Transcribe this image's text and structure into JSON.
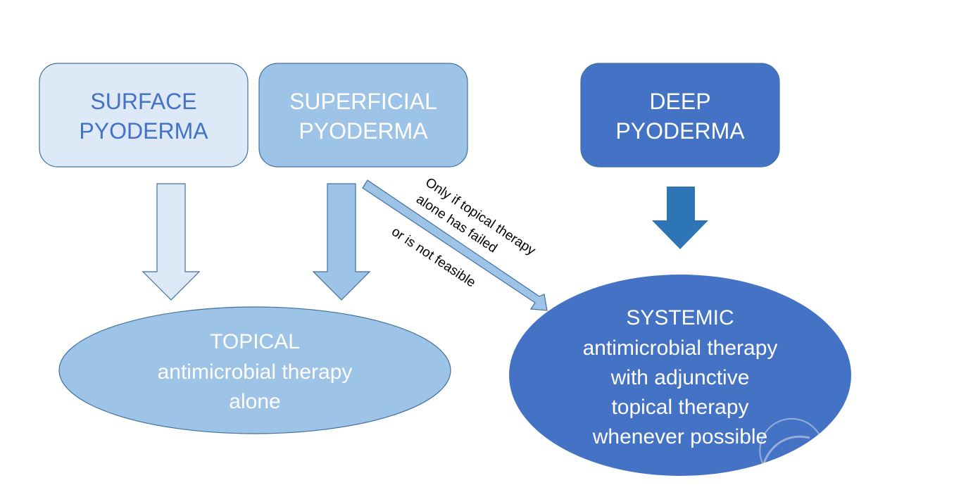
{
  "colors": {
    "surface_fill": "#dde9f7",
    "superficial_fill": "#9dc3e6",
    "deep_fill": "#4472c4",
    "dark_text": "#4472c4",
    "light_text": "#ffffff",
    "stroke": "#41719c",
    "deep_arrow": "#2e75b6",
    "note_text": "#000000"
  },
  "boxes": {
    "surface": {
      "line1": "SURFACE",
      "line2": "PYODERMA"
    },
    "superficial": {
      "line1": "SUPERFICIAL",
      "line2": "PYODERMA"
    },
    "deep": {
      "line1": "DEEP",
      "line2": "PYODERMA"
    }
  },
  "outcomes": {
    "topical": {
      "line1": "TOPICAL",
      "line2": "antimicrobial therapy",
      "line3": "alone"
    },
    "systemic": {
      "line1": "SYSTEMIC",
      "line2": "antimicrobial therapy",
      "line3": "with adjunctive",
      "line4": "topical therapy",
      "line5": "whenever possible"
    }
  },
  "diagonal_note": {
    "line1": "Only if topical therapy",
    "line2": "alone has failed",
    "line3": "or is not feasible"
  }
}
